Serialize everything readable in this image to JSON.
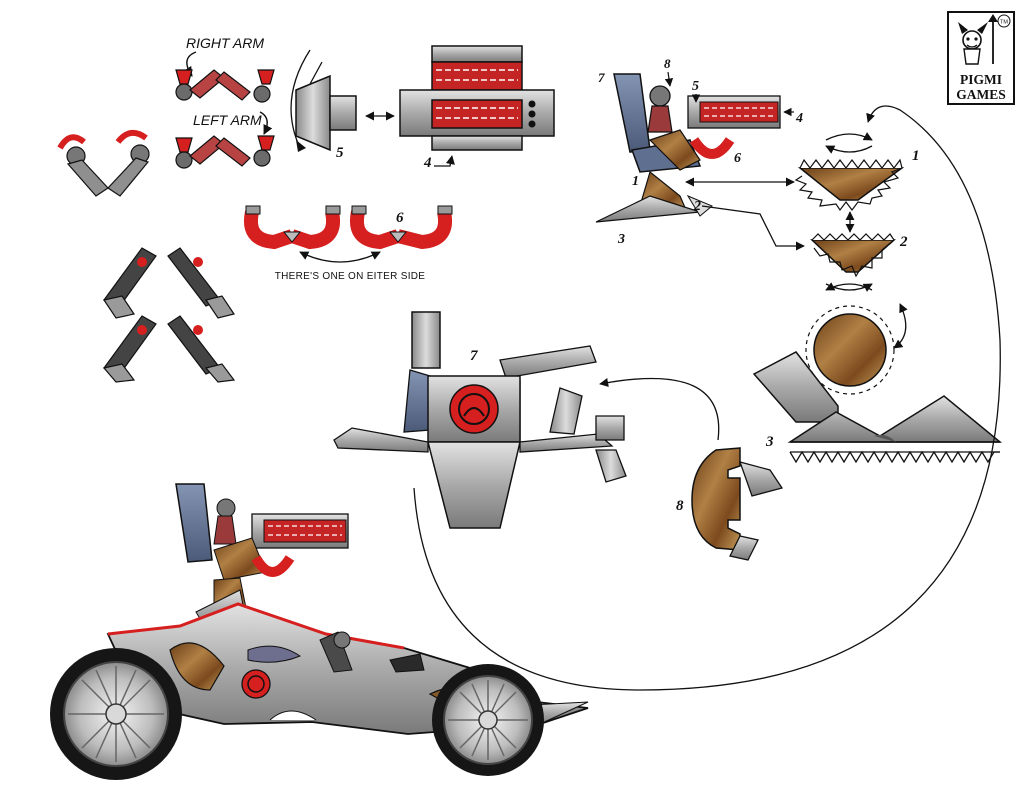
{
  "brand": {
    "line1": "PIGMI",
    "line2": "GAMES",
    "mark": "TM"
  },
  "labels": {
    "right_arm": "RIGHT ARM",
    "left_arm": "LEFT ARM",
    "note": "THERE'S ONE ON EITER SIDE"
  },
  "part_numbers": {
    "n1": "1",
    "n2": "2",
    "n3": "3",
    "n4": "4",
    "n5": "5",
    "n6": "6",
    "n7": "7",
    "n8": "8"
  },
  "colors": {
    "metal": "#a6a6a6",
    "metal_light": "#d4d4d4",
    "metal_dark": "#6f6f6f",
    "accent_red": "#d61f1f",
    "rust": "#8b5a2b",
    "slate_blue": "#5e6f8f",
    "ink": "#111111"
  }
}
